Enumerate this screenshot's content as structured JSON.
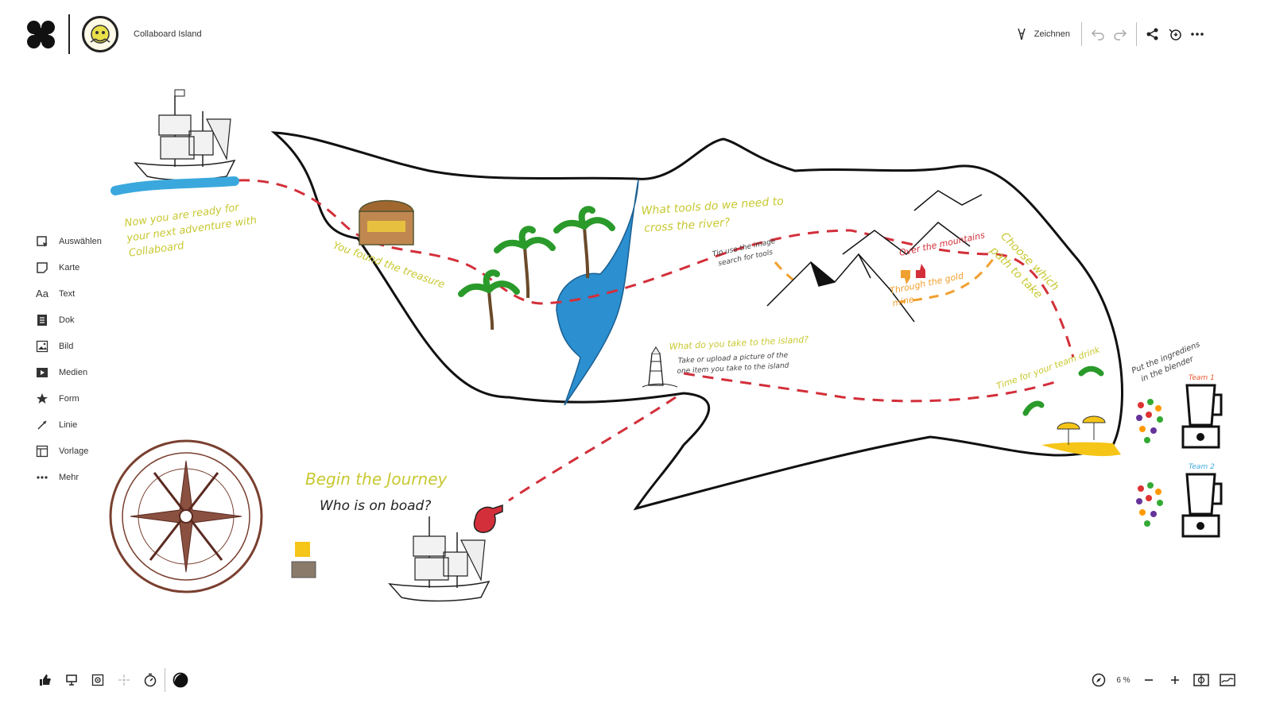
{
  "app": {
    "board_title": "Collaboard Island"
  },
  "toolbar": {
    "draw_label": "Zeichnen",
    "icons": [
      "pen-icon",
      "undo-icon",
      "redo-icon",
      "share-icon",
      "timer-download-icon",
      "more-icon"
    ]
  },
  "sidebar": {
    "items": [
      {
        "label": "Auswählen",
        "icon": "select-icon"
      },
      {
        "label": "Karte",
        "icon": "card-icon"
      },
      {
        "label": "Text",
        "icon": "text-icon",
        "glyph": "Aa"
      },
      {
        "label": "Dok",
        "icon": "document-icon"
      },
      {
        "label": "Bild",
        "icon": "image-icon"
      },
      {
        "label": "Medien",
        "icon": "media-icon"
      },
      {
        "label": "Form",
        "icon": "star-icon"
      },
      {
        "label": "Linie",
        "icon": "line-icon"
      },
      {
        "label": "Vorlage",
        "icon": "template-icon"
      },
      {
        "label": "Mehr",
        "icon": "more-icon"
      }
    ]
  },
  "board": {
    "texts": {
      "adventure": [
        "Now you are ready for",
        "your next adventure with",
        "Collaboard"
      ],
      "treasure": "You found the treasure",
      "tools_river": [
        "What tools do we need to",
        "cross the river?"
      ],
      "tip": [
        "Tip use the image",
        "search for tools"
      ],
      "over_mountains": "Over the mountains",
      "gold_mine": [
        "Through the gold",
        "mine"
      ],
      "choose_path": [
        "Choose which",
        "path to take"
      ],
      "island_question": "What do you take to the island?",
      "island_instruction": [
        "Take or upload a picture of the",
        "one item you take to the island"
      ],
      "team_drink": "Time for your team drink",
      "blender": [
        "Put the ingrediens",
        "in the blender"
      ],
      "team1": "Team 1",
      "team2": "Team 2",
      "begin": "Begin the Journey",
      "on_board": "Who is on boad?"
    },
    "colors": {
      "path": "#d32f3a",
      "orange": "#f0a030",
      "yellow_green": "#c8c832",
      "river": "#2b8fd0",
      "outline": "#111111",
      "compass": "#7a4030",
      "sticky": "#f5c518"
    }
  },
  "bottombar": {
    "left_icons": [
      "thumbs-up-icon",
      "presentation-icon",
      "screen-share-icon",
      "focus-icon",
      "timer-icon",
      "theme-toggle-icon"
    ],
    "zoom": "6 %",
    "right_icons": [
      "navigator-icon",
      "zoom-out-icon",
      "zoom-in-icon",
      "fit-icon",
      "minimap-icon"
    ]
  }
}
